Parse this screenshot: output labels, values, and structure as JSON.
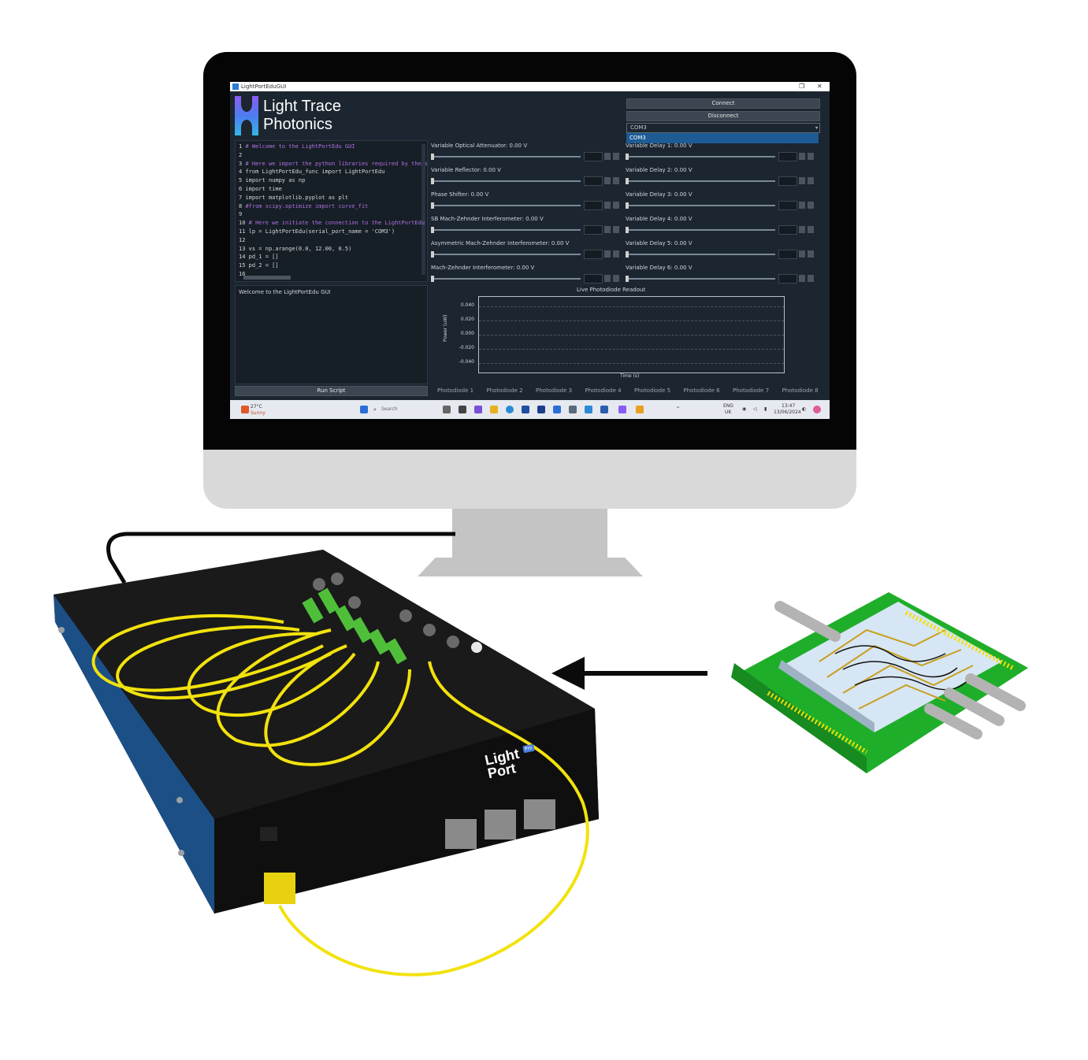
{
  "window": {
    "title": "LightPortEduGUI"
  },
  "brand": {
    "line1": "Light Trace",
    "line2": "Photonics"
  },
  "buttons": {
    "connect": "Connect",
    "disconnect": "Disconnect",
    "run_script": "Run Script"
  },
  "port_select": {
    "selected": "COM3",
    "highlighted_option": "COM3"
  },
  "code": {
    "lines": [
      {
        "n": "1",
        "text": "# Welcome to the LightPortEdu GUI",
        "color": "#b070e0"
      },
      {
        "n": "2",
        "text": "",
        "color": "#d8d8d8"
      },
      {
        "n": "3",
        "text": "# Here we import the python libraries required by the script",
        "color": "#b070e0"
      },
      {
        "n": "4",
        "text": "from LightPortEdu_func import LightPortEdu",
        "color": "#d8d8d8"
      },
      {
        "n": "5",
        "text": "import numpy as np",
        "color": "#d8d8d8"
      },
      {
        "n": "6",
        "text": "import time",
        "color": "#d8d8d8"
      },
      {
        "n": "7",
        "text": "import matplotlib.pyplot as plt",
        "color": "#d8d8d8"
      },
      {
        "n": "8",
        "text": "#from scipy.optimize import curve_fit",
        "color": "#b070e0"
      },
      {
        "n": "9",
        "text": "",
        "color": "#d8d8d8"
      },
      {
        "n": "10",
        "text": "# Here we initiate the connection to the LightPortEdu",
        "color": "#b070e0"
      },
      {
        "n": "11",
        "text": "lp = LightPortEdu(serial_port_name = 'COM3')",
        "color": "#d8d8d8"
      },
      {
        "n": "12",
        "text": "",
        "color": "#d8d8d8"
      },
      {
        "n": "13",
        "text": "vs = np.arange(0.0, 12.00, 0.5)",
        "color": "#d8d8d8"
      },
      {
        "n": "14",
        "text": "pd_1 = []",
        "color": "#d8d8d8"
      },
      {
        "n": "15",
        "text": "pd_2 = []",
        "color": "#d8d8d8"
      },
      {
        "n": "16",
        "text": "",
        "color": "#d8d8d8"
      }
    ]
  },
  "output": {
    "text": "Welcome to the LightPortEdu GUI"
  },
  "controls_left": [
    {
      "label": "Variable Optical Attenuator: 0.00 V",
      "value": 0.0
    },
    {
      "label": "Variable Reflector: 0.00 V",
      "value": 0.0
    },
    {
      "label": "Phase Shifter: 0.00 V",
      "value": 0.0
    },
    {
      "label": "SB Mach-Zehnder Interferometer: 0.00 V",
      "value": 0.0
    },
    {
      "label": "Asymmetric Mach-Zehnder Interferometer: 0.00 V",
      "value": 0.0
    },
    {
      "label": "Mach-Zehnder Interferometer: 0.00 V",
      "value": 0.0
    }
  ],
  "controls_right": [
    {
      "label": "Variable Delay 1: 0.00 V",
      "value": 0.0
    },
    {
      "label": "Variable Delay 2: 0.00 V",
      "value": 0.0
    },
    {
      "label": "Variable Delay 3: 0.00 V",
      "value": 0.0
    },
    {
      "label": "Variable Delay 4: 0.00 V",
      "value": 0.0
    },
    {
      "label": "Variable Delay 5: 0.00 V",
      "value": 0.0
    },
    {
      "label": "Variable Delay 6: 0.00 V",
      "value": 0.0
    }
  ],
  "plot": {
    "title": "Live Photodiode Readout",
    "ylabel": "Power (uW)",
    "xlabel": "Time (s)",
    "yticks": [
      "0.040",
      "0.020",
      "0.000",
      "-0.020",
      "-0.040"
    ],
    "ylim": [
      -0.04,
      0.04
    ],
    "grid": true
  },
  "photodiode_tabs": [
    "Photodiode 1",
    "Photodiode 2",
    "Photodiode 3",
    "Photodiode 4",
    "Photodiode 5",
    "Photodiode 6",
    "Photodiode 7",
    "Photodiode 8"
  ],
  "taskbar": {
    "weather_temp": "27°C",
    "weather_desc": "Sunny",
    "search_placeholder": "Search",
    "lang_line1": "ENG",
    "lang_line2": "UK",
    "time": "13:47",
    "date": "13/06/2024"
  },
  "device": {
    "brand_line1": "Light",
    "brand_line2": "Port",
    "badge": "Pro"
  },
  "colors": {
    "screen_bg": "#1c2630",
    "chip_pcb": "#1fae2a",
    "chip_die": "#d7e6f4",
    "fiber": "#f2e20d",
    "connector": "#4fbf3a",
    "device_body": "#111111",
    "device_side": "#1c4f86"
  }
}
